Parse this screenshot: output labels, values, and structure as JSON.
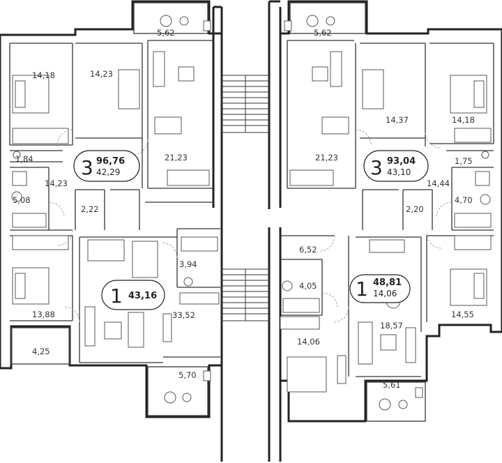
{
  "apartments": [
    {
      "id": "apt-3-left",
      "rooms": "3",
      "total": "96,76",
      "living": "42,29"
    },
    {
      "id": "apt-3-right",
      "rooms": "3",
      "total": "93,04",
      "living": "43,10"
    },
    {
      "id": "apt-1-left",
      "rooms": "1",
      "total": "43,16",
      "living": ""
    },
    {
      "id": "apt-1-right",
      "rooms": "1",
      "total": "48,81",
      "living": "14,06"
    }
  ],
  "rooms": [
    "5,62",
    "5,62",
    "14,18",
    "14,23",
    "21,23",
    "21,23",
    "14,37",
    "14,18",
    "1,84",
    "14,23",
    "1,75",
    "14,44",
    "5,08",
    "2,22",
    "2,20",
    "4,70",
    "6,52",
    "3,94",
    "4,05",
    "33,52",
    "13,88",
    "14,55",
    "18,57",
    "14,06",
    "4,25",
    "5,70",
    "5,61"
  ]
}
